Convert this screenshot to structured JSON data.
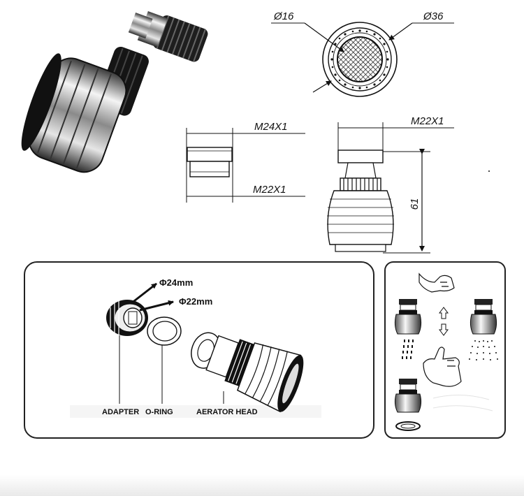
{
  "dimensions": {
    "inner_diameter": "Ø16",
    "outer_diameter": "Ø36",
    "adapter_top_thread": "M24X1",
    "adapter_bottom_thread": "M22X1",
    "head_thread": "M22X1",
    "height": "61"
  },
  "assembly": {
    "outer_size": "Φ24mm",
    "inner_size": "Φ22mm",
    "parts": [
      "ADAPTER",
      "O-RING",
      "AERATOR HEAD"
    ]
  },
  "instructions": {
    "icons": [
      "hand-twist-icon",
      "arrow-up-icon",
      "arrow-down-icon",
      "hand-switch-icon",
      "spray-stream-icon",
      "spray-shower-icon"
    ]
  }
}
